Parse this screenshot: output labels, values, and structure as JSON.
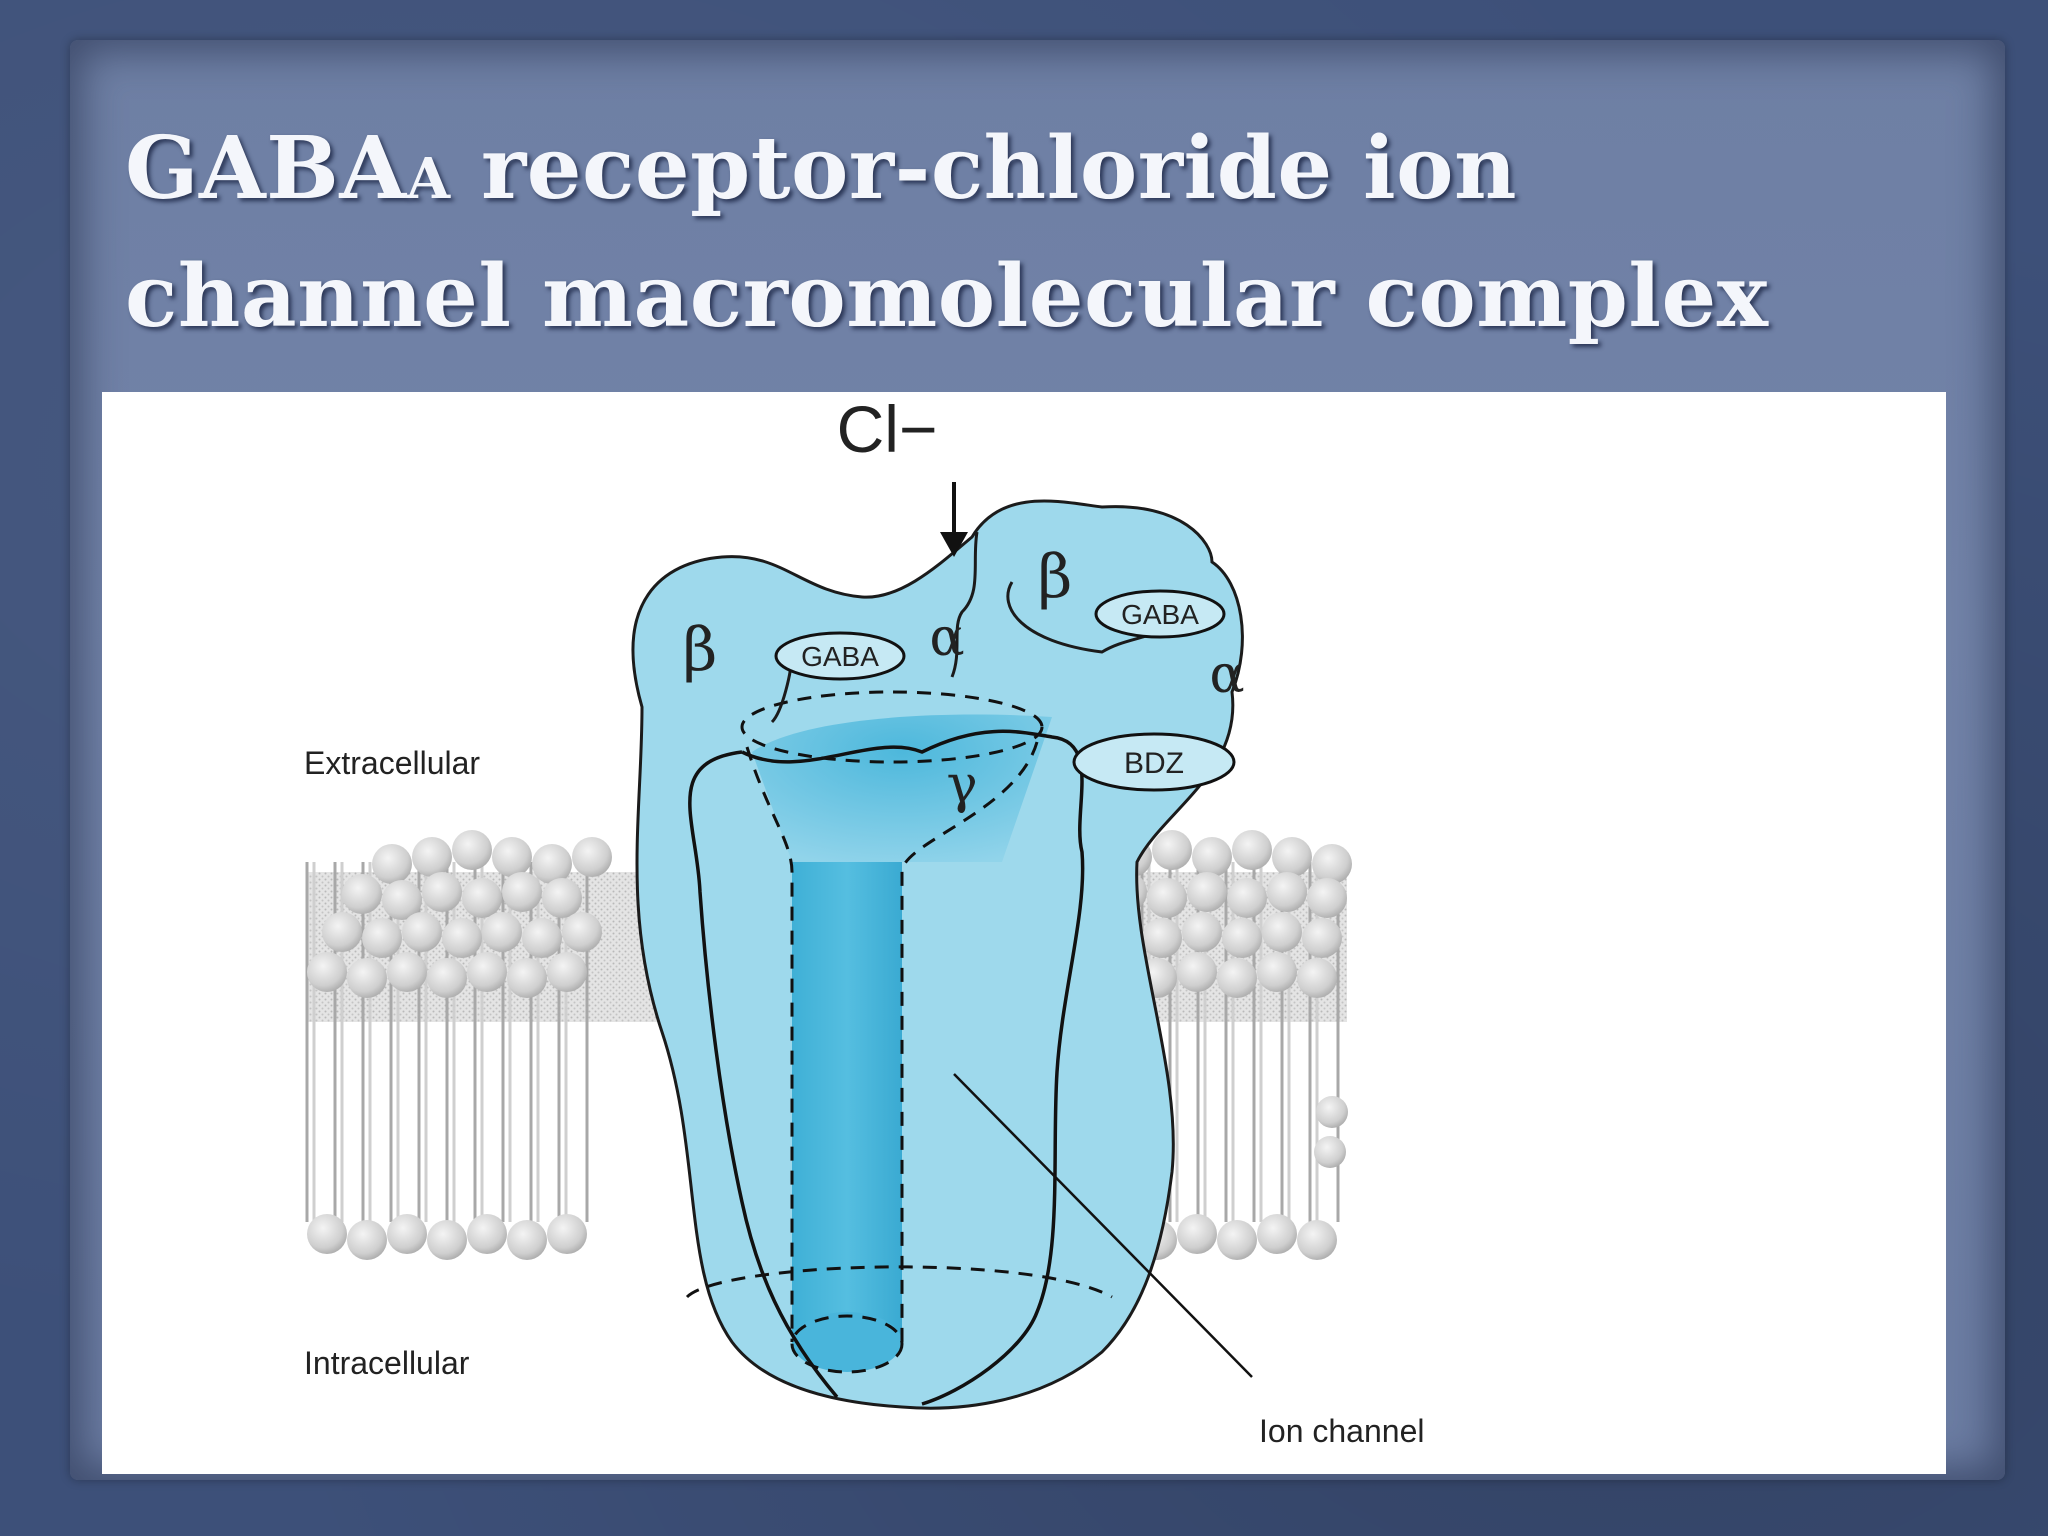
{
  "slide": {
    "title_prefix": "GABA",
    "title_subscript": "A",
    "title_rest": " receptor-chloride ion channel macromolecular complex"
  },
  "diagram": {
    "ion_label": "Cl−",
    "subunits": {
      "beta_left": "β",
      "alpha_left": "α",
      "beta_right": "β",
      "alpha_right": "α",
      "gamma": "γ"
    },
    "binding_sites": {
      "gaba_left": "GABA",
      "gaba_right": "GABA",
      "bdz": "BDZ"
    },
    "regions": {
      "extracellular": "Extracellular",
      "intracellular": "Intracellular"
    },
    "callout": "Ion channel",
    "colors": {
      "receptor_fill": "#9ed9ec",
      "channel_fill": "#52b9d9",
      "membrane_head": "#d8d8d8",
      "outline": "#111111"
    }
  }
}
